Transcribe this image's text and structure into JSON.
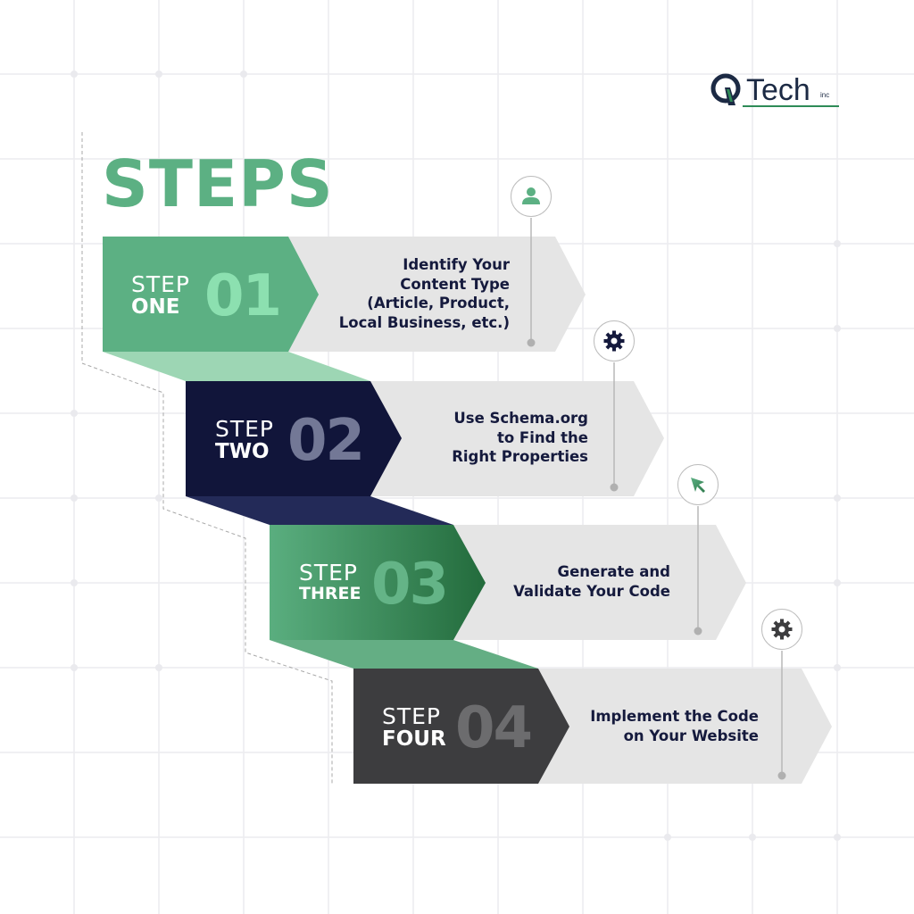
{
  "brand": {
    "logo_text": "Tech",
    "logo_suffix": "inc",
    "logo_mark": "Q",
    "colors": {
      "navy": "#1c2a44",
      "green": "#2e8b57"
    }
  },
  "title": "STEPS",
  "colors": {
    "title_green": "#5cb083",
    "panel_grey": "#e5e5e5",
    "text_navy": "#151a3d",
    "connector_dot": "#b0b0b0"
  },
  "steps": [
    {
      "step_word": "STEP",
      "ordinal": "ONE",
      "number": "01",
      "description_lines": [
        "Identify Your",
        "Content Type",
        "(Article, Product,",
        "Local Business, etc.)"
      ],
      "icon": "user-icon",
      "block_color": "#5cb083",
      "number_color": "#8ce0b0",
      "connector_color": "#9dd6b4"
    },
    {
      "step_word": "STEP",
      "ordinal": "TWO",
      "number": "02",
      "description_lines": [
        "Use Schema.org",
        "to Find the",
        "Right Properties"
      ],
      "icon": "gear-icon",
      "block_color": "#11153a",
      "number_color": "#737896",
      "connector_color": "#232a58"
    },
    {
      "step_word": "STEP",
      "ordinal": "THREE",
      "number": "03",
      "description_lines": [
        "Generate and",
        "Validate Your Code"
      ],
      "icon": "cursor-icon",
      "block_color": "#4f9f72",
      "number_color": "#64b487",
      "connector_color": "#64ae84"
    },
    {
      "step_word": "STEP",
      "ordinal": "FOUR",
      "number": "04",
      "description_lines": [
        "Implement the Code",
        "on Your Website"
      ],
      "icon": "gear-icon",
      "block_color": "#3d3d3f",
      "number_color": "#6c6c6e"
    }
  ]
}
